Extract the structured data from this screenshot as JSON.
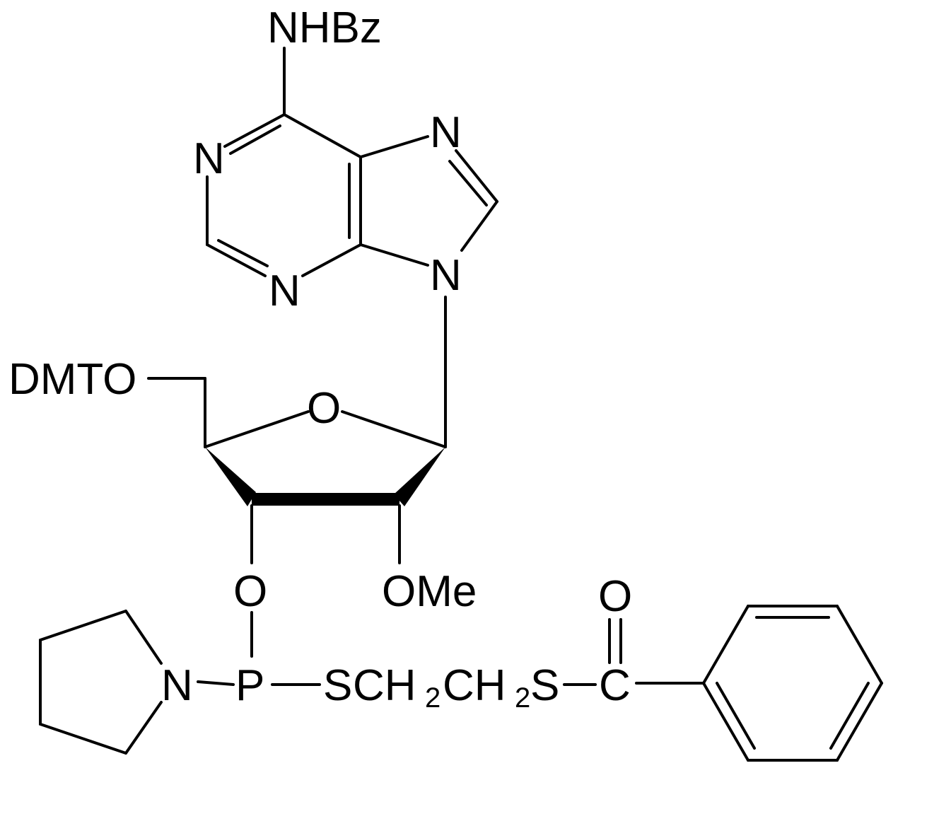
{
  "labels": {
    "nhbz": "NHBz",
    "n1": "N",
    "n3": "N",
    "n7": "N",
    "n9": "N",
    "dmto": "DMTO",
    "ring_o": "O",
    "o3": "O",
    "ome": "OMe",
    "n_pyr": "N",
    "p": "P",
    "s1": "S",
    "ch2a": "CH",
    "sub_a": "2",
    "ch2b": "CH",
    "sub_b": "2",
    "s2": "S",
    "c_carbonyl": "C",
    "o_carbonyl": "O"
  }
}
